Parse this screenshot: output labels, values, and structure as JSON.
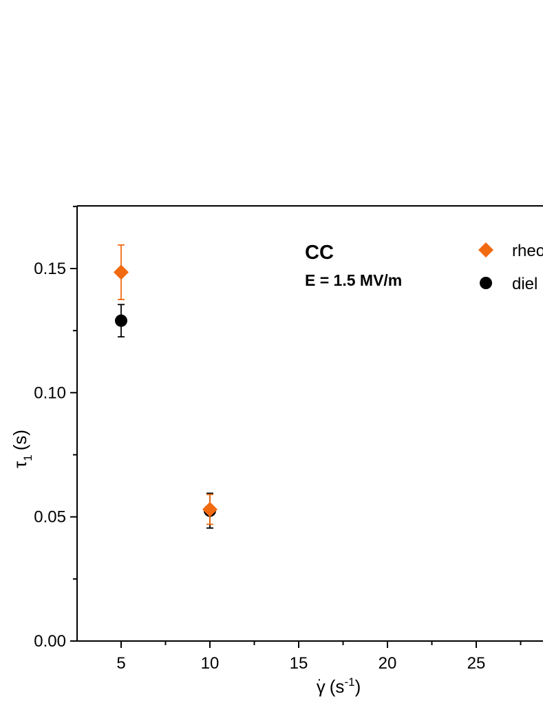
{
  "chart_data": {
    "type": "scatter",
    "title": "",
    "xlabel": "γ̇ (s-1)",
    "xlabel_symbol": "γ",
    "xlabel_unit_open": "(s",
    "xlabel_unit_exp": "-1",
    "xlabel_unit_close": ")",
    "ylabel": "τ1 (s)",
    "ylabel_symbol": "τ",
    "ylabel_sub": "1",
    "ylabel_unit": "(s)",
    "xlim": [
      2.5,
      29
    ],
    "ylim": [
      0,
      0.175
    ],
    "x_ticks": [
      5,
      10,
      15,
      20,
      25
    ],
    "x_tick_labels": [
      "5",
      "10",
      "15",
      "20",
      "25"
    ],
    "y_ticks": [
      0.0,
      0.05,
      0.1,
      0.15
    ],
    "y_tick_labels": [
      "0.00",
      "0.05",
      "0.10",
      "0.15"
    ],
    "annotation": {
      "main": "CC",
      "sub": "E = 1.5 MV/m"
    },
    "legend_position": "top-right",
    "series": [
      {
        "name": "rheo",
        "marker": "diamond",
        "color": "#F26A10",
        "points": [
          {
            "x": 5,
            "y": 0.1485,
            "err": 0.011
          },
          {
            "x": 10,
            "y": 0.053,
            "err": 0.006
          }
        ]
      },
      {
        "name": "diel",
        "marker": "circle",
        "color": "#000000",
        "points": [
          {
            "x": 5,
            "y": 0.129,
            "err": 0.0065
          },
          {
            "x": 10,
            "y": 0.0525,
            "err": 0.007
          }
        ]
      }
    ]
  }
}
